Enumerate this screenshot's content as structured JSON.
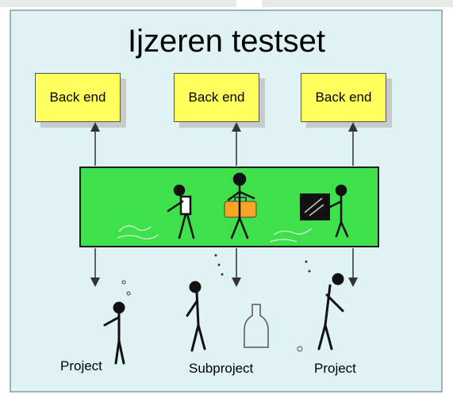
{
  "title": "Ijzeren testset",
  "backends": [
    {
      "label": "Back end"
    },
    {
      "label": "Back end"
    },
    {
      "label": "Back end"
    }
  ],
  "projects": [
    {
      "label": "Project"
    },
    {
      "label": "Subproject"
    },
    {
      "label": "Project"
    }
  ],
  "colors": {
    "panel": "#dff2f4",
    "backend_box": "#ffff5e",
    "test_bar": "#3ee14b",
    "suitcase": "#f5a623"
  },
  "icons": [
    "stick-figure-icon",
    "suitcase-icon",
    "computer-screen-icon",
    "bottle-icon",
    "juggling-figure-icon"
  ]
}
